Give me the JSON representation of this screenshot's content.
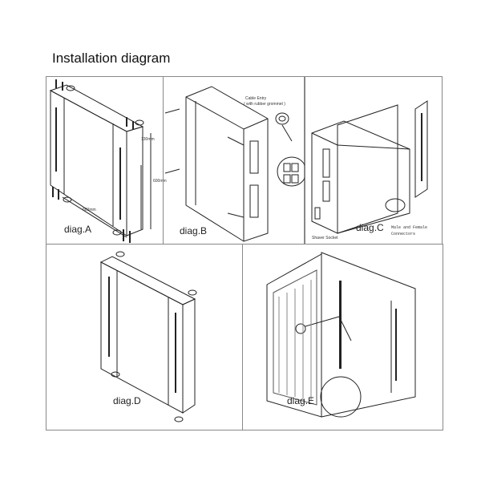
{
  "title": "Installation diagram",
  "panels": {
    "a": {
      "label": "diag.A",
      "dim_width": "600mm",
      "dim_height": "600mm",
      "dim_depth": "130mm"
    },
    "b": {
      "label": "diag.B",
      "cable_entry": "Cable Entry",
      "grommet": "( with rubber grommet )"
    },
    "c": {
      "label": "diag.C",
      "shaver_socket": "Shaver Socket",
      "connectors_1": "Male and Female",
      "connectors_2": "Connectors"
    },
    "d": {
      "label": "diag.D"
    },
    "e": {
      "label": "diag.E"
    }
  }
}
